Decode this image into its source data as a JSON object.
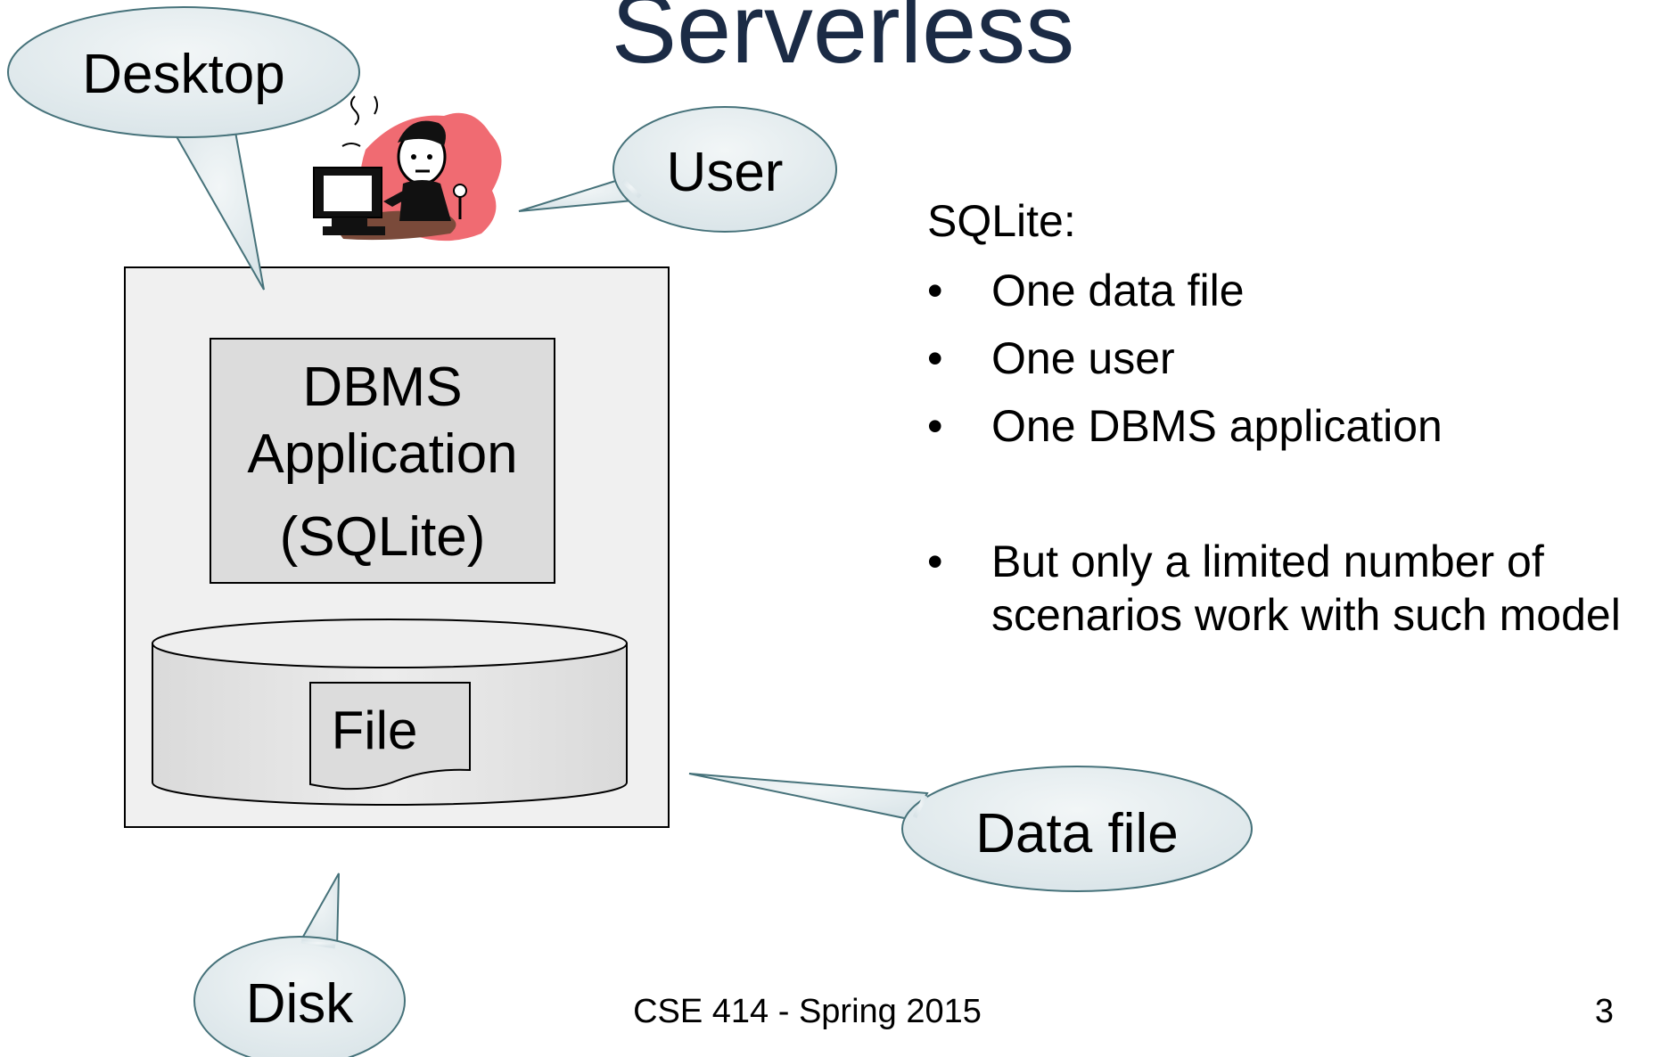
{
  "slide": {
    "title": "Serverless",
    "footer": "CSE 414 - Spring 2015",
    "page_number": "3"
  },
  "callouts": {
    "desktop": "Desktop",
    "user": "User",
    "data_file": "Data file",
    "disk": "Disk"
  },
  "diagram": {
    "dbms_line1": "DBMS",
    "dbms_line2": "Application",
    "dbms_line3": "(SQLite)",
    "file_label": "File"
  },
  "bullets": {
    "heading": "SQLite:",
    "marker": "•",
    "items": [
      "One data file",
      "One user",
      "One DBMS application",
      "But only a limited number of scenarios work with such model"
    ]
  },
  "colors": {
    "title": "#1b2b45",
    "callout_fill": "#e4ecef",
    "callout_stroke": "#46727a",
    "desktop_box_fill": "#f0f0f0",
    "dbms_box_fill": "#dcdcdc",
    "disk_fill": "#e3e3e3",
    "clipart_blob": "#f06b72"
  },
  "icons": {
    "user": "user-at-computer-clipart"
  }
}
